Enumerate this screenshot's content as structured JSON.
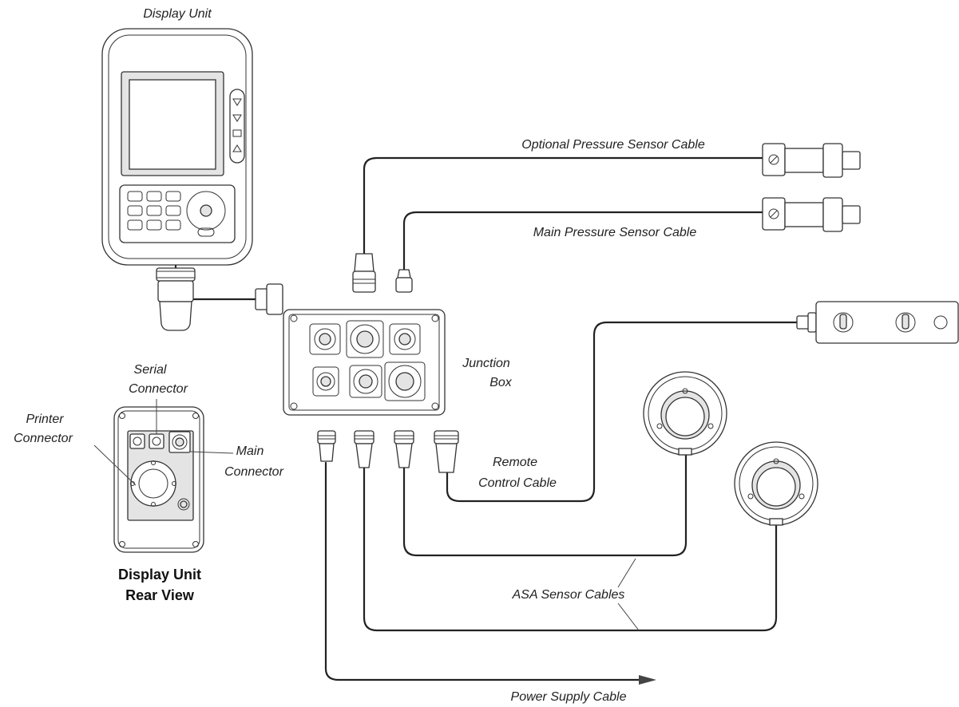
{
  "labels": {
    "display_unit": "Display Unit",
    "optional_pressure_cable": "Optional Pressure Sensor Cable",
    "main_pressure_cable": "Main Pressure Sensor Cable",
    "junction_box_line1": "Junction",
    "junction_box_line2": "Box",
    "serial_connector_line1": "Serial",
    "serial_connector_line2": "Connector",
    "printer_connector_line1": "Printer",
    "printer_connector_line2": "Connector",
    "main_connector_line1": "Main",
    "main_connector_line2": "Connector",
    "rear_view_line1": "Display Unit",
    "rear_view_line2": "Rear View",
    "remote_control_line1": "Remote",
    "remote_control_line2": "Control Cable",
    "asa_sensor_cables": "ASA Sensor Cables",
    "power_supply_cable": "Power Supply Cable"
  },
  "icons": [
    "display-unit-icon",
    "junction-box-icon",
    "pressure-sensor-icon",
    "remote-control-icon",
    "asa-sensor-icon",
    "rear-view-icon",
    "arrow-icon"
  ]
}
